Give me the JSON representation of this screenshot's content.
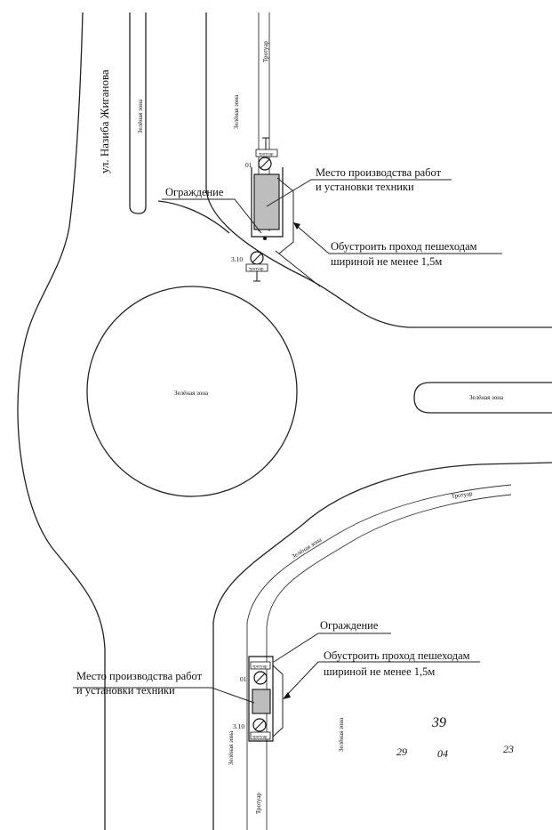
{
  "street_name": "ул. Назиба Жиганова",
  "green_zone": "Зелёная зона",
  "sidewalk": "Тротуар",
  "work_site_line1": "Место производства работ",
  "work_site_line2": "и установки техники",
  "fence": "Ограждение",
  "walkway_line1": "Обустроить проход пешеходам",
  "walkway_line2": "шириной не менее 1,5м",
  "sign_1_code": "01",
  "sign_2_code": "3.10",
  "sign_plate": "тротуар",
  "handwritten": {
    "number": "39",
    "day": "29",
    "month": "04",
    "year": "23"
  },
  "colors": {
    "work_site_fill": "#bdbdbd",
    "handwriting": "#4a5bb5"
  }
}
